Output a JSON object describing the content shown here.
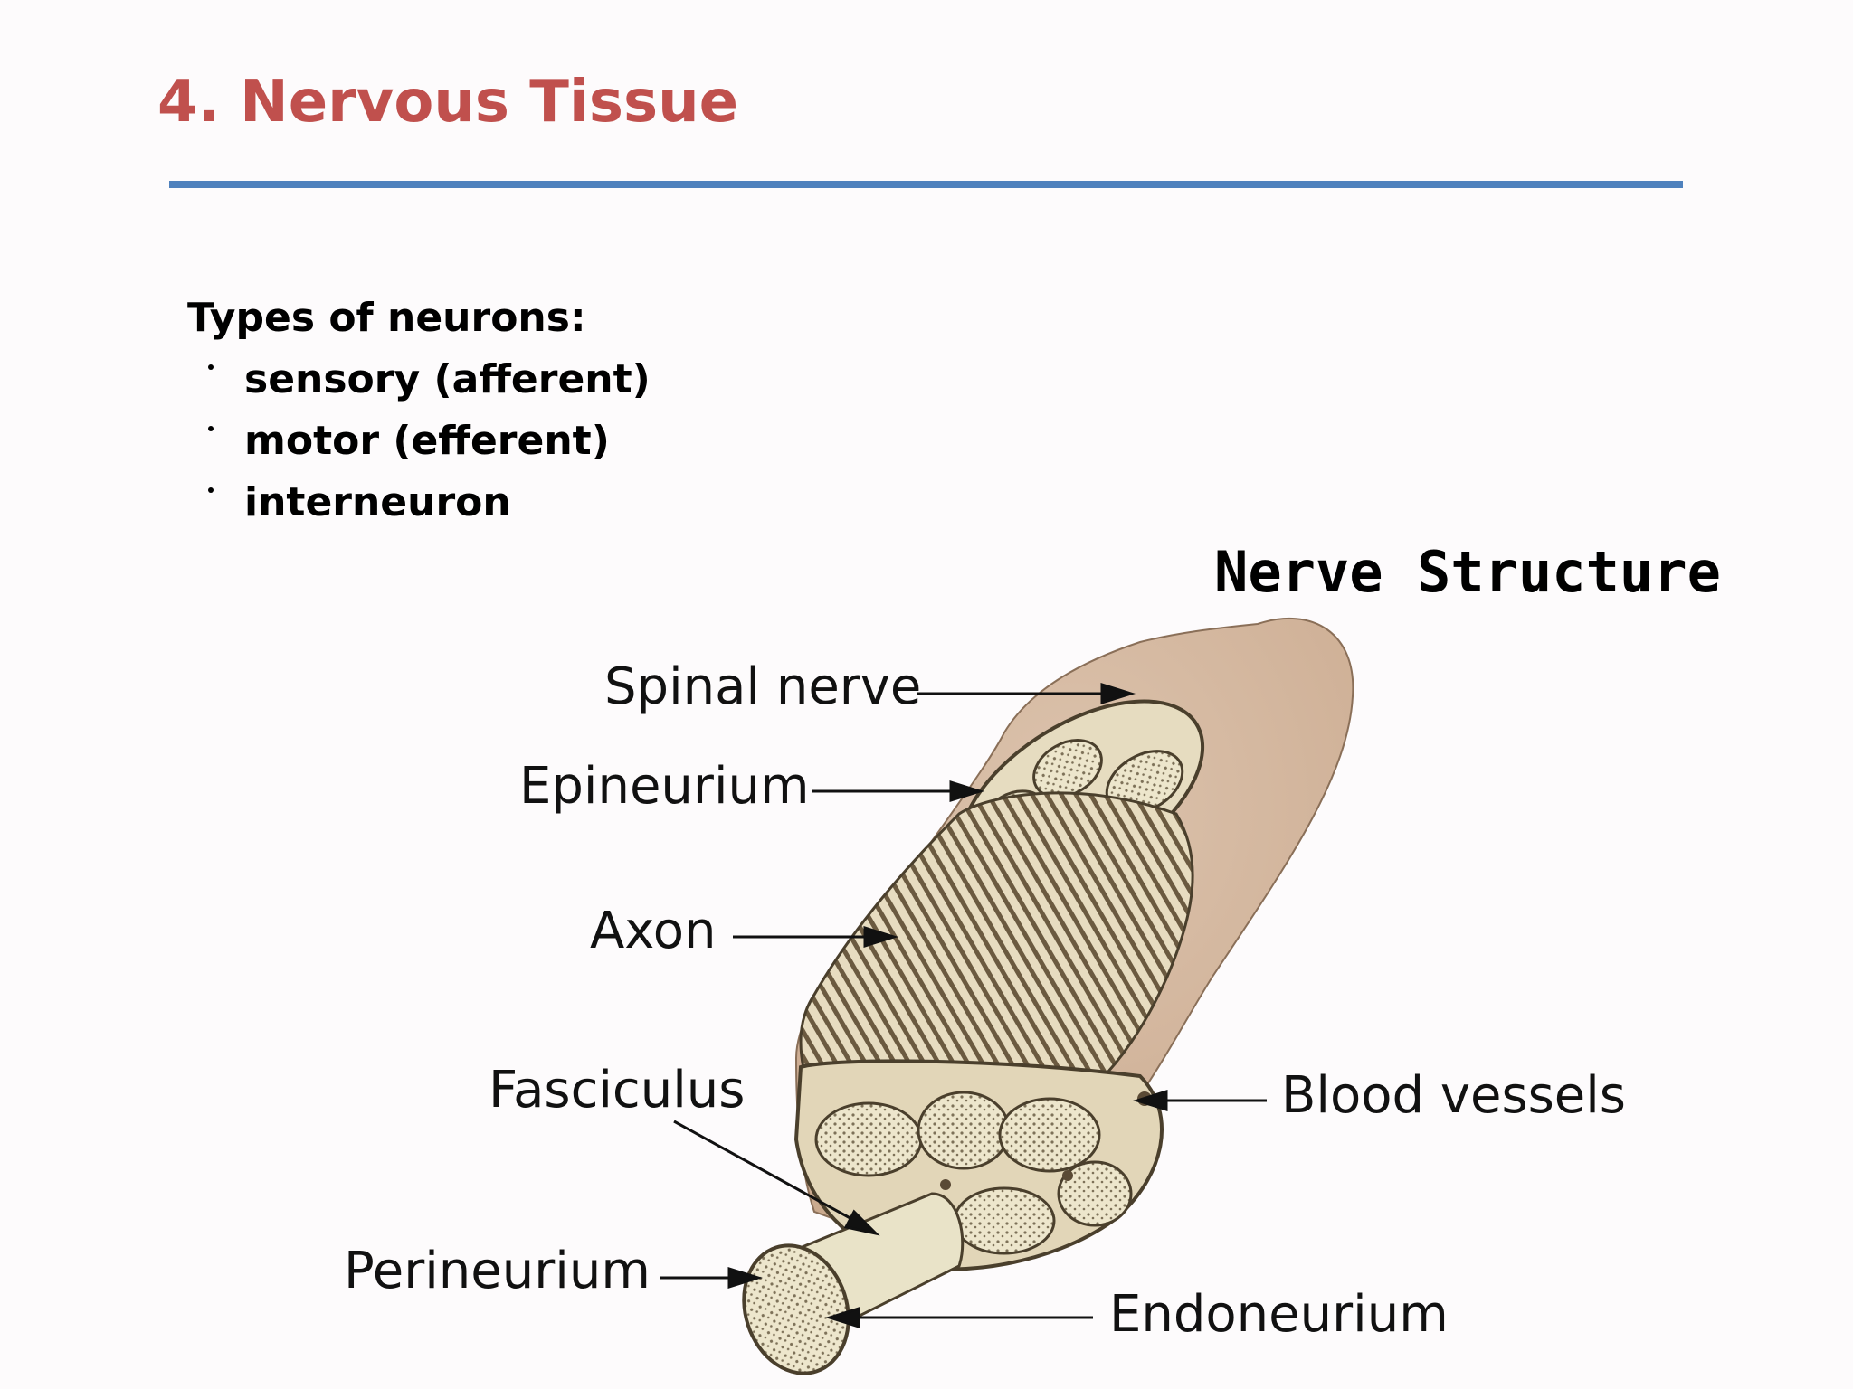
{
  "slide": {
    "title": "4. Nervous Tissue",
    "types_heading": "Types of neurons:",
    "bullets": [
      "sensory (afferent)",
      "motor (efferent)",
      "interneuron"
    ]
  },
  "figure": {
    "title": "Nerve Structure",
    "labels": {
      "spinal_nerve": "Spinal nerve",
      "epineurium": "Epineurium",
      "axon": "Axon",
      "fasciculus": "Fasciculus",
      "perineurium": "Perineurium",
      "blood_vessels": "Blood vessels",
      "endoneurium": "Endoneurium"
    }
  },
  "colors": {
    "title": "#c0504d",
    "rule": "#4f81bd",
    "nerve_sheath": "#d8bfa8",
    "fascicle": "#ece5c8",
    "outline": "#4a3f2c"
  }
}
